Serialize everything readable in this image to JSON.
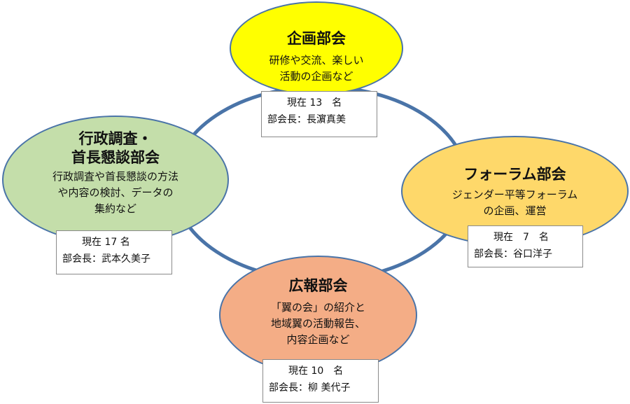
{
  "colors": {
    "ring": "#4a74a8",
    "kikaku": "#ffff00",
    "gyosei": "#c4deaa",
    "forum": "#fed86a",
    "koho": "#f4ad86"
  },
  "kikaku": {
    "title": "企画部会",
    "desc": [
      "研修や交流、楽しい",
      "活動の企画など"
    ],
    "count": "現在 13　名",
    "leader": "部会長：長濵真美"
  },
  "gyosei": {
    "title": [
      "行政調査・",
      "首長懇談部会"
    ],
    "desc": [
      "行政調査や首長懇談の方法",
      "や内容の検討、データの",
      "集約など"
    ],
    "count": "現在 17 名",
    "leader": "部会長：武本久美子"
  },
  "forum": {
    "title": "フォーラム部会",
    "desc": [
      "ジェンダー平等フォーラム",
      "の企画、運営"
    ],
    "count": "現在　7　名",
    "leader": "部会長：谷口洋子"
  },
  "koho": {
    "title": "広報部会",
    "desc": [
      "「翼の会」の紹介と",
      "地域翼の活動報告、",
      "内容企画など"
    ],
    "count": "現在 10　名",
    "leader": "部会長：柳 美代子"
  }
}
